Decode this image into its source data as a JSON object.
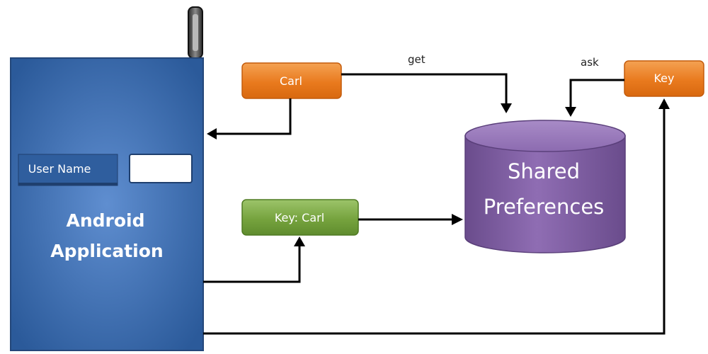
{
  "android_app": {
    "title_line1": "Android",
    "title_line2": "Application",
    "field_label": "User Name",
    "field_value": ""
  },
  "nodes": {
    "carl": "Carl",
    "key_carl": "Key: Carl",
    "key": "Key",
    "store_line1": "Shared",
    "store_line2": "Preferences"
  },
  "edges": {
    "get": "get",
    "ask": "ask"
  },
  "colors": {
    "phone_blue": "#2f5e9e",
    "orange": "#e97a1e",
    "green": "#72a03c",
    "purple": "#7a5a9c"
  }
}
